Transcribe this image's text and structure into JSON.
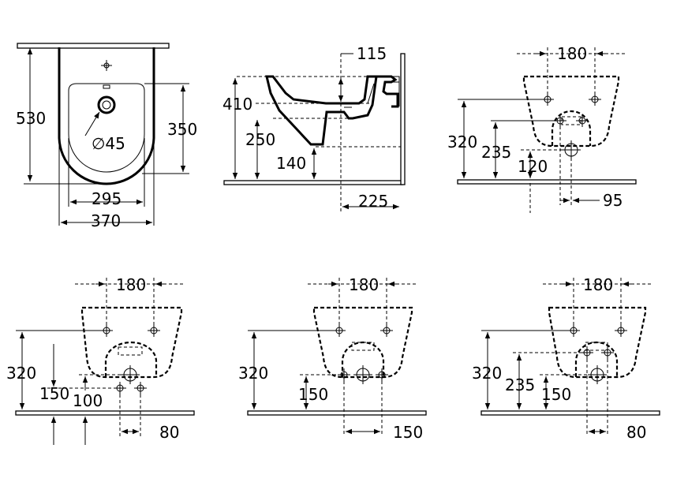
{
  "views": {
    "front": {
      "height": "530",
      "inner_height": "350",
      "inner_width": "295",
      "outer_width": "370",
      "hole_diameter": "∅45"
    },
    "side": {
      "top_height": "410",
      "depth_offset": "115",
      "mid_height": "250",
      "low_height": "140",
      "wall_distance": "225"
    },
    "rear_a": {
      "spacing_top": "180",
      "height_320": "320",
      "height_235": "235",
      "height_120": "120",
      "offset_95": "95"
    },
    "rear_b": {
      "spacing_top": "180",
      "height_320": "320",
      "height_150": "150",
      "height_100": "100",
      "spacing_80": "80"
    },
    "rear_c": {
      "spacing_top": "180",
      "height_320": "320",
      "height_150": "150",
      "spacing_150": "150"
    },
    "rear_d": {
      "spacing_top": "180",
      "height_320": "320",
      "height_235": "235",
      "height_150": "150",
      "spacing_80": "80"
    }
  }
}
